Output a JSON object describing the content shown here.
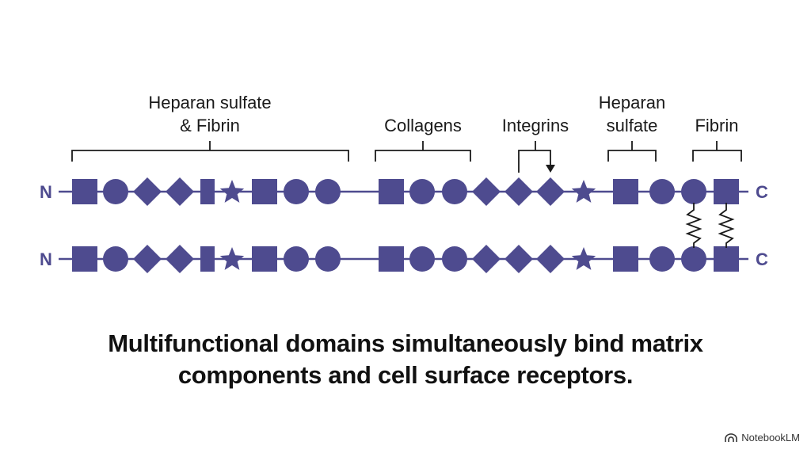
{
  "terminals": {
    "start": "N",
    "end": "C"
  },
  "labels": [
    {
      "id": "heparan-fibrin",
      "lines": [
        "Heparan sulfate",
        "& Fibrin"
      ]
    },
    {
      "id": "collagens",
      "lines": [
        "Collagens"
      ]
    },
    {
      "id": "integrins",
      "lines": [
        "Integrins"
      ]
    },
    {
      "id": "heparan-sulfate",
      "lines": [
        "Heparan",
        "sulfate"
      ]
    },
    {
      "id": "fibrin",
      "lines": [
        "Fibrin"
      ]
    }
  ],
  "strand_sequence": [
    "square",
    "circle",
    "diamond",
    "diamond",
    "rect",
    "star",
    "square",
    "circle",
    "circle",
    "square",
    "circle",
    "circle",
    "diamond",
    "diamond",
    "diamond",
    "star",
    "square",
    "circle",
    "circle",
    "square"
  ],
  "caption": {
    "line1": "Multifunctional domains simultaneously bind matrix",
    "line2": "components and cell surface receptors."
  },
  "colors": {
    "shape": "#4e4b8f",
    "line": "#4e4b8f",
    "text": "#1a1a1a"
  },
  "brand": {
    "name": "NotebookLM",
    "icon": "notebooklm-logo-icon"
  }
}
